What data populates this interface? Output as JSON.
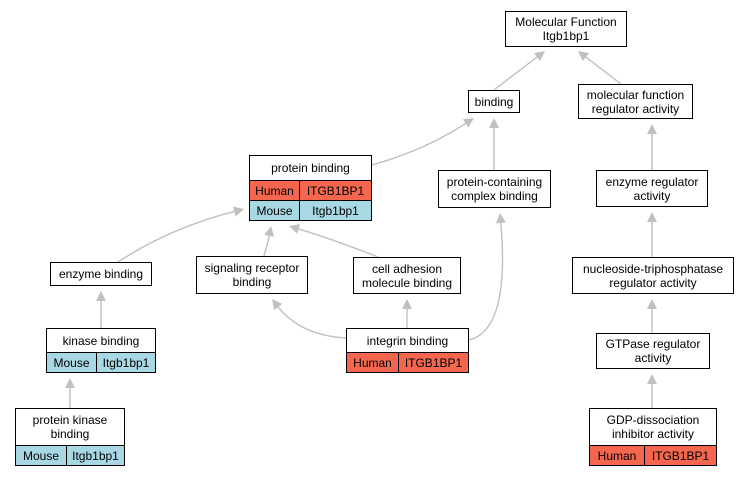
{
  "nodes": {
    "mf": {
      "label_lines": [
        "Molecular Function",
        "Itgb1bp1"
      ]
    },
    "binding": {
      "label_lines": [
        "binding"
      ]
    },
    "mfra": {
      "label_lines": [
        "molecular function",
        "regulator activity"
      ]
    },
    "pb": {
      "label_lines": [
        "protein binding"
      ],
      "rows": [
        [
          "Human",
          "ITGB1BP1"
        ],
        [
          "Mouse",
          "Itgb1bp1"
        ]
      ]
    },
    "pcb": {
      "label_lines": [
        "protein-containing",
        "complex binding"
      ]
    },
    "era": {
      "label_lines": [
        "enzyme regulator",
        "activity"
      ]
    },
    "eb": {
      "label_lines": [
        "enzyme binding"
      ]
    },
    "srb": {
      "label_lines": [
        "signaling receptor",
        "binding"
      ]
    },
    "camb": {
      "label_lines": [
        "cell adhesion",
        "molecule binding"
      ]
    },
    "ntra": {
      "label_lines": [
        "nucleoside-triphosphatase",
        "regulator activity"
      ]
    },
    "kb": {
      "label_lines": [
        "kinase binding"
      ],
      "rows": [
        [
          "Mouse",
          "Itgb1bp1"
        ]
      ]
    },
    "ib": {
      "label_lines": [
        "integrin binding"
      ],
      "rows": [
        [
          "Human",
          "ITGB1BP1"
        ]
      ]
    },
    "gtp": {
      "label_lines": [
        "GTPase regulator",
        "activity"
      ]
    },
    "pkb": {
      "label_lines": [
        "protein kinase",
        "binding"
      ],
      "rows": [
        [
          "Mouse",
          "Itgb1bp1"
        ]
      ]
    },
    "gdi": {
      "label_lines": [
        "GDP-dissociation",
        "inhibitor activity"
      ],
      "rows": [
        [
          "Human",
          "ITGB1BP1"
        ]
      ]
    }
  },
  "edges": [
    [
      "binding",
      "mf"
    ],
    [
      "mfra",
      "mf"
    ],
    [
      "pb",
      "binding"
    ],
    [
      "pcb",
      "binding"
    ],
    [
      "era",
      "mfra"
    ],
    [
      "eb",
      "pb"
    ],
    [
      "srb",
      "pb"
    ],
    [
      "camb",
      "pb"
    ],
    [
      "ntra",
      "era"
    ],
    [
      "kb",
      "eb"
    ],
    [
      "ib",
      "srb"
    ],
    [
      "ib",
      "camb"
    ],
    [
      "ib",
      "pcb"
    ],
    [
      "gtp",
      "ntra"
    ],
    [
      "pkb",
      "kb"
    ],
    [
      "gdi",
      "gtp"
    ]
  ],
  "colors": {
    "human": "#f4664e",
    "mouse": "#a9d8e5",
    "edge": "#c0c0c0",
    "border": "#000000"
  }
}
